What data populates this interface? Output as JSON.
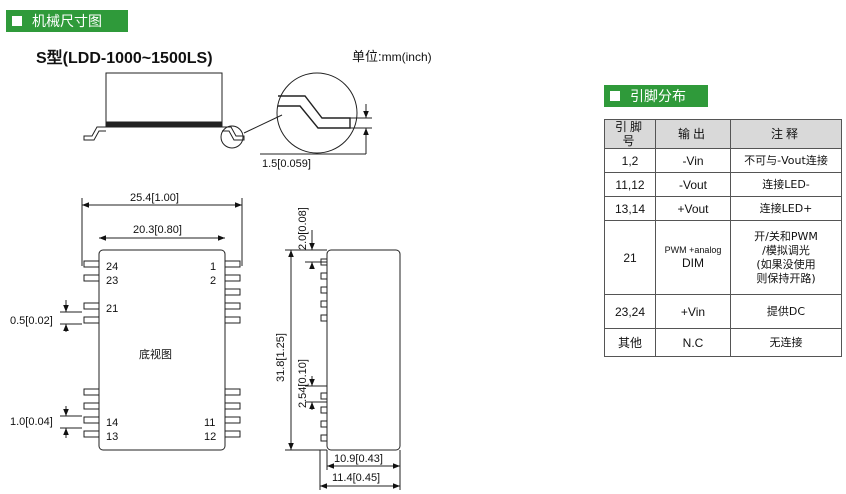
{
  "headers": {
    "mech": "机械尺寸图",
    "pins": "引脚分布"
  },
  "model_title": "S型(LDD-1000~1500LS)",
  "unit": {
    "label": "单位:",
    "value": "mm(inch)"
  },
  "dims": {
    "lead": "1.5[0.059]",
    "width_total": "25.4[1.00]",
    "width_inner": "20.3[0.80]",
    "pitch_v": "0.5[0.02]",
    "lead_len": "1.0[0.04]",
    "height_total": "31.8[1.25]",
    "top_gap": "2.0[0.08]",
    "pin_pitch": "2.54[0.10]",
    "depth_inner": "10.9[0.43]",
    "depth_total": "11.4[0.45]"
  },
  "bottom_view": {
    "label": "底视图",
    "pins": [
      "24",
      "23",
      "21",
      "14",
      "13",
      "1",
      "2",
      "11",
      "12"
    ]
  },
  "pin_table": {
    "columns": [
      "引脚号",
      "输出",
      "注释"
    ],
    "rows": [
      {
        "pin": "1,2",
        "output": "-Vin",
        "note": "不可与-Vout连接"
      },
      {
        "pin": "11,12",
        "output": "-Vout",
        "note": "连接LED-"
      },
      {
        "pin": "13,14",
        "output": "+Vout",
        "note": "连接LED+"
      },
      {
        "pin": "21",
        "output": "PWM +analog",
        "output2": "DIM",
        "note": "开/关和PWM",
        "note2": "/模拟调光",
        "note3": "(如果没使用",
        "note4": "则保持开路)"
      },
      {
        "pin": "23,24",
        "output": "+Vin",
        "note": "提供DC"
      },
      {
        "pin": "其他",
        "output": "N.C",
        "note": "无连接"
      }
    ]
  }
}
